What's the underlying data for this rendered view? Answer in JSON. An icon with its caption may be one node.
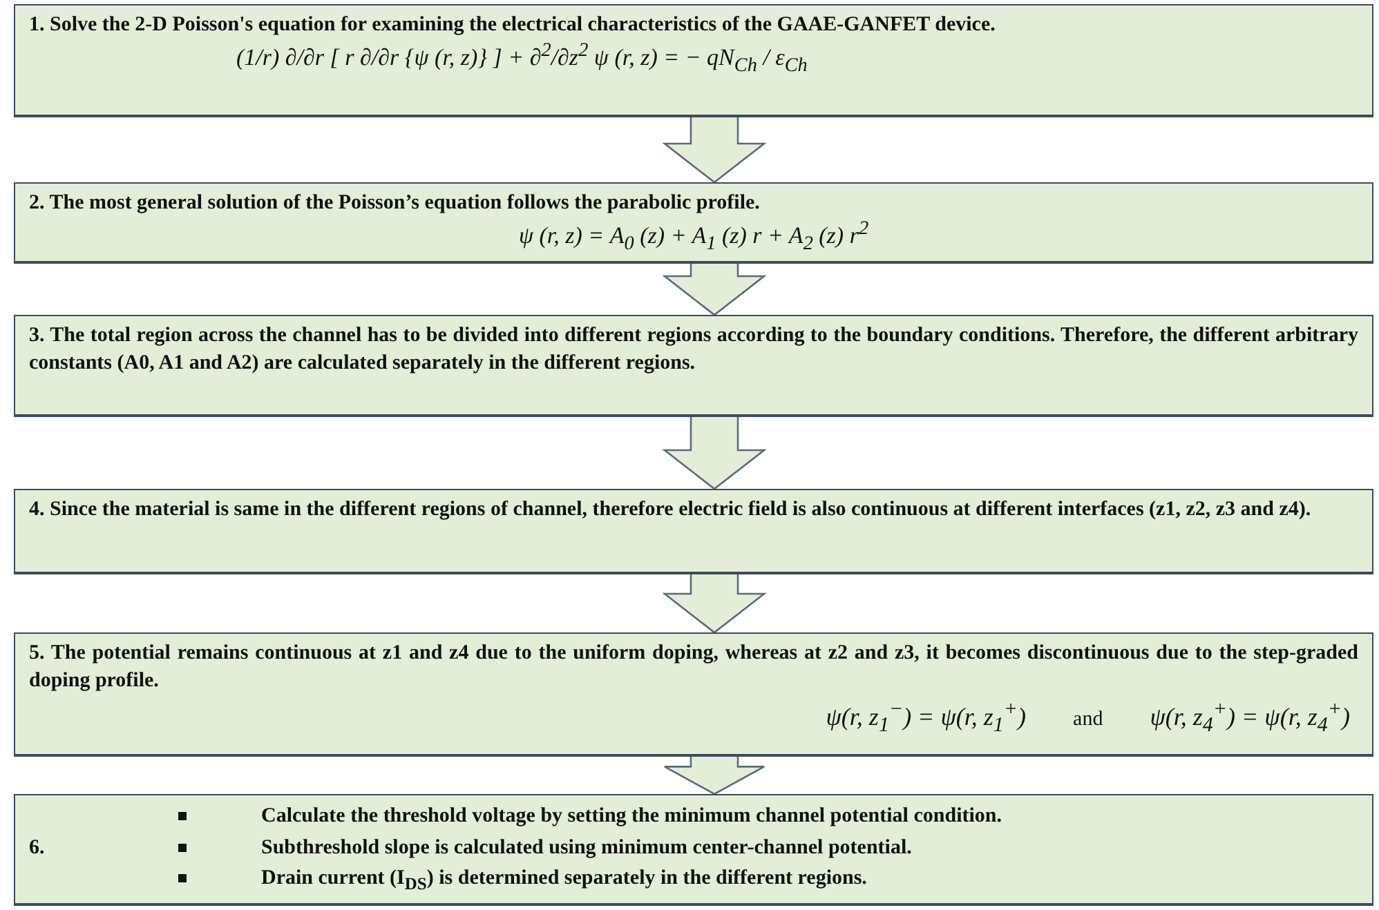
{
  "diagram": {
    "nodes": [
      {
        "text": [
          "1. Solve the 2-D Poisson's equation for examining the electrical characteristics of the GAAE-GANFET device.",
          "(1/r) ∂/∂r [ r ∂/∂r {ψ (r, z)} ] + ∂$^{2}$/∂z$^{2}$ ψ (r, z) = − qN$_{Ch}$ / ε$_{Ch}$"
        ]
      },
      {
        "text": [
          "2. The most general solution of the Poisson’s equation follows the parabolic profile.",
          "ψ (r, z) = A$_{0}$ (z) + A$_{1}$ (z) r + A$_{2}$ (z) r$^{2}$"
        ]
      },
      {
        "text": [
          "3. The total region across the channel has to be divided into different regions according to the boundary conditions. Therefore, the different arbitrary constants (A0, A1 and A2) are calculated separately in the different regions."
        ]
      },
      {
        "text": [
          "4. Since the material is same in the different regions of channel, therefore electric field is also continuous at different interfaces (z1, z2, z3 and z4)."
        ]
      },
      {
        "text": [
          "5. The potential remains continuous at z1 and z4 due to the uniform doping, whereas at z2 and z3, it becomes discontinuous due to the step-graded doping profile.",
          "ψ(r, z$_{1}$$^{−}$) = ψ(r, z$_{1}$$^{+}$)",
          "and",
          "ψ(r, z$_{4}$$^{+}$) = ψ(r, z$_{4}$$^{+}$)"
        ]
      },
      {
        "text": [
          "6.",
          "Calculate the threshold voltage by setting the minimum  channel potential condition.",
          "Subthreshold slope is calculated using minimum  center-channel potential.",
          "Drain current (I$_{DS}$) is determined separately in the different regions."
        ]
      }
    ],
    "edges": [
      {
        "from": 0,
        "to": 1,
        "arrow": "to"
      },
      {
        "from": 1,
        "to": 2,
        "arrow": "to"
      },
      {
        "from": 2,
        "to": 3,
        "arrow": "to"
      },
      {
        "from": 3,
        "to": 4,
        "arrow": "to"
      },
      {
        "from": 4,
        "to": 5,
        "arrow": "to"
      }
    ]
  }
}
